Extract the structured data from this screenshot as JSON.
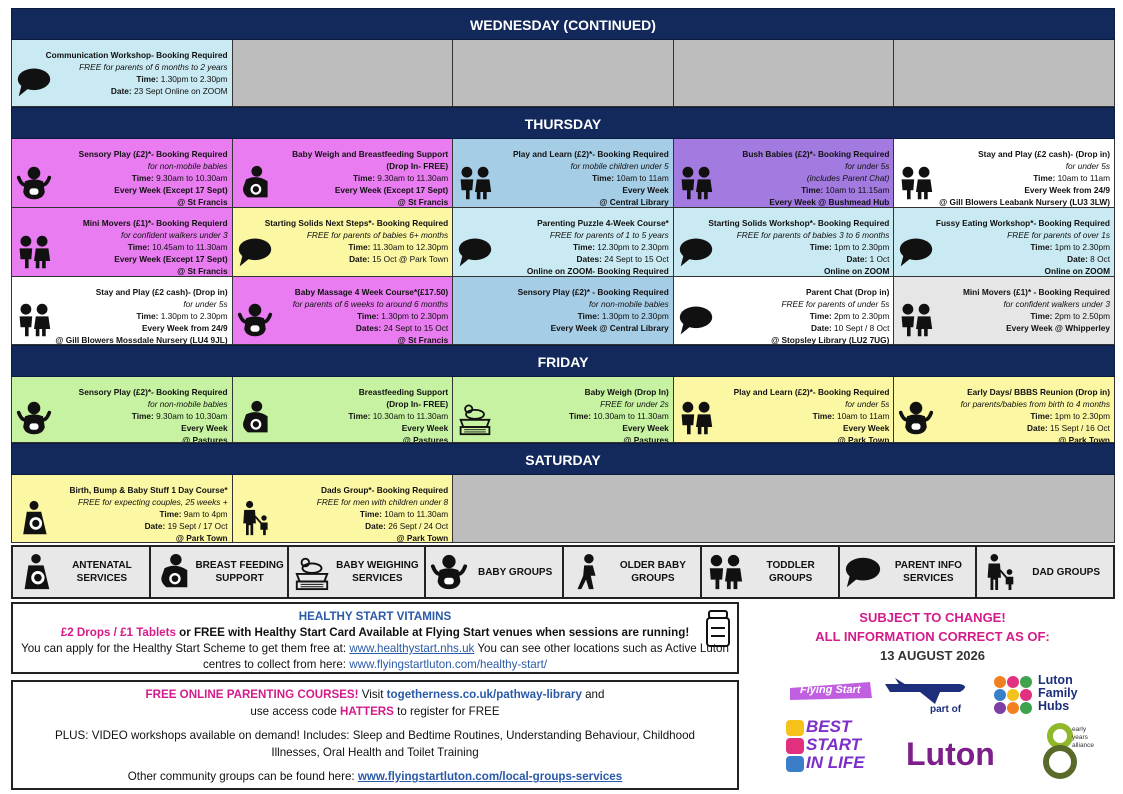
{
  "days": {
    "wednesday": "WEDNESDAY (CONTINUED)",
    "thursday": "THURSDAY",
    "friday": "FRIDAY",
    "saturday": "SATURDAY"
  },
  "wed": [
    {
      "title": "Communication Workshop- Booking Required",
      "desc": "FREE for parents of 6 months to 2 years",
      "l1": "Time:",
      "v1": "1.30pm to 2.30pm",
      "l2": "Date:",
      "v2": "23 Sept Online on ZOOM",
      "icon": "speech-bubble-icon",
      "color": "#c9eaf2"
    }
  ],
  "thu": [
    {
      "title": "Sensory Play (£2)*- Booking Required",
      "desc": "for non-mobile babies",
      "l1": "Time:",
      "v1": "9.30am to 10.30am",
      "l3": "Every Week (Except 17 Sept)",
      "l4": "@ St Francis",
      "icon": "baby-icon"
    },
    {
      "title": "Baby Weigh and Breastfeeding Support",
      "desc2": "(Drop In- FREE)",
      "l1": "Time:",
      "v1": "9.30am to 11.30am",
      "l3": "Every Week (Except 17 Sept)",
      "l4": "@ St Francis",
      "icon": "breastfeeding-icon"
    },
    {
      "title": "Play and Learn (£2)*- Booking Required",
      "desc": "for mobile children under 5",
      "l1": "Time:",
      "v1": "10am to 11am",
      "l3": "Every Week",
      "l4": "@ Central Library",
      "icon": "toddler-icon"
    },
    {
      "title": "Bush Babies (£2)*- Booking Required",
      "desc": "for under 5s",
      "desc3": "(includes Parent Chat)",
      "l1": "Time:",
      "v1": "10am to 11.15am",
      "l3": "Every Week @ Bushmead Hub",
      "icon": "toddler-icon"
    },
    {
      "title": "Stay and Play (£2 cash)- (Drop in)",
      "desc": "for under 5s",
      "l1": "Time:",
      "v1": "10am to 11am",
      "l3": "Every Week from 24/9",
      "l4": "@ Gill Blowers Leabank Nursery (LU3 3LW)",
      "icon": "toddler-icon"
    },
    {
      "title": "Mini Movers (£1)*- Booking Requierd",
      "desc": "for confident walkers under 3",
      "l1": "Time:",
      "v1": "10.45am to 11.30am",
      "l3": "Every Week (Except 17 Sept)",
      "l4": "@ St Francis",
      "icon": "toddler-icon"
    },
    {
      "title": "Starting Solids Next Steps*- Booking Required",
      "desc": "FREE for parents of babies 6+ months",
      "l1": "Time:",
      "v1": "11.30am to 12.30pm",
      "l2": "Date:",
      "v2": "15 Oct @ Park Town",
      "icon": "speech-bubble-icon"
    },
    {
      "title": "Parenting Puzzle 4-Week Course*",
      "desc": "FREE for parents of 1 to 5 years",
      "l1": "Time:",
      "v1": "12.30pm to 2.30pm",
      "l2": "Dates:",
      "v2": "24 Sept to 15 Oct",
      "l4": "Online on ZOOM- Booking Required",
      "icon": "speech-bubble-icon"
    },
    {
      "title": "Starting Solids Workshop*- Booking Required",
      "desc": "FREE for parents of  babies 3 to 6 months",
      "l1": "Time:",
      "v1": "1pm to 2.30pm",
      "l2": "Date:",
      "v2": "1 Oct",
      "l4": "Online on ZOOM",
      "icon": "speech-bubble-icon"
    },
    {
      "title": "Fussy Eating Workshop*- Booking Required",
      "desc": "FREE for parents of over 1s",
      "l1": "Time:",
      "v1": "1pm to 2.30pm",
      "l2": "Date:",
      "v2": "8 Oct",
      "l4": "Online on ZOOM",
      "icon": "speech-bubble-icon"
    },
    {
      "title": "Stay and Play (£2 cash)- (Drop in)",
      "desc": "for under 5s",
      "l1": "Time:",
      "v1": "1.30pm to 2.30pm",
      "l3": "Every Week from 24/9",
      "l4": "@ Gill Blowers Mossdale Nursery (LU4 9JL)",
      "icon": "toddler-icon"
    },
    {
      "title": "Baby Massage 4 Week Course*(£17.50)",
      "desc": "for parents of 6 weeks to around 6 months",
      "l1": "Time:",
      "v1": "1.30pm to 2.30pm",
      "l2": "Dates:",
      "v2": "24 Sept to 15 Oct",
      "l4": "@ St Francis",
      "icon": "baby-icon"
    },
    {
      "title": "Sensory Play (£2)* - Booking Required",
      "desc": "for non-mobile babies",
      "l1": "Time:",
      "v1": "1.30pm to 2.30pm",
      "l3": "Every Week  @ Central Library",
      "icon": "none"
    },
    {
      "title": "Parent Chat (Drop in)",
      "desc": "FREE for parents of under 5s",
      "l1": "Time:",
      "v1": "2pm to 2.30pm",
      "l2": "Date:",
      "v2": "10 Sept / 8 Oct",
      "l4": "@ Stopsley Library (LU2 7UG)",
      "icon": "speech-bubble-icon"
    },
    {
      "title": "Mini Movers (£1)* - Booking Required",
      "desc": "for confident walkers under 3",
      "l1": "Time:",
      "v1": "2pm to 2.50pm",
      "l3": "Every Week @ Whipperley",
      "icon": "toddler-icon"
    }
  ],
  "fri": [
    {
      "title": "Sensory Play (£2)*- Booking Required",
      "desc": "for non-mobile babies",
      "l1": "Time:",
      "v1": "9.30am to 10.30am",
      "l3": "Every Week",
      "l4": "@ Pastures",
      "icon": "baby-icon"
    },
    {
      "title": "Breastfeeding Support",
      "desc2": "(Drop In- FREE)",
      "l1": "Time:",
      "v1": "10.30am to 11.30am",
      "l3": "Every Week",
      "l4": "@ Pastures",
      "icon": "breastfeeding-icon"
    },
    {
      "title": "Baby Weigh (Drop In)",
      "desc": "FREE for under 2s",
      "l1": "Time:",
      "v1": "10.30am to 11.30am",
      "l3": "Every Week",
      "l4": "@ Pastures",
      "icon": "scales-icon"
    },
    {
      "title": "Play and Learn (£2)*- Booking Required",
      "desc": "for under 5s",
      "l1": "Time:",
      "v1": "10am to 11am",
      "l3": "Every Week",
      "l4": "@ Park Town",
      "icon": "toddler-icon"
    },
    {
      "title": "Early Days/ BBBS Reunion (Drop in)",
      "desc": "for parents/babies from birth to 4 months",
      "l1": "Time:",
      "v1": "1pm to 2.30pm",
      "l2": "Date:",
      "v2": "15 Sept / 16 Oct",
      "l4": "@ Park Town",
      "icon": "baby-icon"
    }
  ],
  "sat": [
    {
      "title": "Birth, Bump & Baby Stuff 1 Day Course*",
      "desc": "FREE for expecting couples, 25 weeks +",
      "l1": "Time:",
      "v1": "9am to 4pm",
      "l2": "Date:",
      "v2": "19 Sept / 17 Oct",
      "l4": "@ Park Town",
      "icon": "antenatal-icon"
    },
    {
      "title": "Dads Group*- Booking Required",
      "desc": "FREE for men with children under 8",
      "l1": "Time:",
      "v1": "10am to 11.30am",
      "l2": "Date:",
      "v2": "26 Sept / 24 Oct",
      "l4": "@ Park Town",
      "icon": "dad-icon"
    }
  ],
  "legend": [
    {
      "label": "ANTENATAL SERVICES",
      "icon": "antenatal-icon"
    },
    {
      "label": "BREAST FEEDING SUPPORT",
      "icon": "breastfeeding-icon"
    },
    {
      "label": "BABY WEIGHING SERVICES",
      "icon": "scales-icon"
    },
    {
      "label": "BABY GROUPS",
      "icon": "baby-icon"
    },
    {
      "label": "OLDER BABY GROUPS",
      "icon": "older-baby-icon"
    },
    {
      "label": "TODDLER GROUPS",
      "icon": "toddler-icon"
    },
    {
      "label": "PARENT INFO SERVICES",
      "icon": "speech-bubble-icon"
    },
    {
      "label": "DAD GROUPS",
      "icon": "dad-icon"
    }
  ],
  "vitamins": {
    "heading": "HEALTHY START VITAMINS",
    "offer": "£2 Drops / £1 Tablets",
    "offer_mid": " or FREE with Healthy Start Card ",
    "offer_tail": "Available at Flying Start venues when sessions are running!",
    "apply": "You can apply for the Healthy Start Scheme to get them free at: ",
    "link1": "www.healthystart.nhs.uk",
    "apply2": " You can see other locations such as Active Luton centres to collect from here: ",
    "link2": "www.flyingstartluton.com/healthy-start/"
  },
  "courses": {
    "lead": "FREE ONLINE PARENTING COURSES!",
    "visit": " Visit ",
    "site": "togetherness.co.uk/pathway-library",
    "and": " and",
    "use": "use access code ",
    "code": "HATTERS",
    "register": " to register for FREE",
    "plus": "PLUS: VIDEO workshops available on demand! Includes: Sleep and Bedtime Routines, Understanding Behaviour, Childhood Illnesses, Oral Health and Toilet Training",
    "other": "Other community groups can be found here: ",
    "other_link": "www.flyingstartluton.com/local-groups-services"
  },
  "notice": {
    "line1": "SUBJECT TO CHANGE!",
    "line2": "ALL INFORMATION CORRECT AS OF:",
    "date": "13 AUGUST 2026"
  },
  "logos": {
    "flying_start": "Flying Start",
    "part_of": "part of",
    "lfh1": "Luton",
    "lfh2": "Family",
    "lfh3": "Hubs",
    "bsil1": "BEST",
    "bsil2": "START",
    "bsil3": "IN LIFE",
    "luton": "Luton",
    "eya1": "early",
    "eya2": "years",
    "eya3": "alliance"
  }
}
